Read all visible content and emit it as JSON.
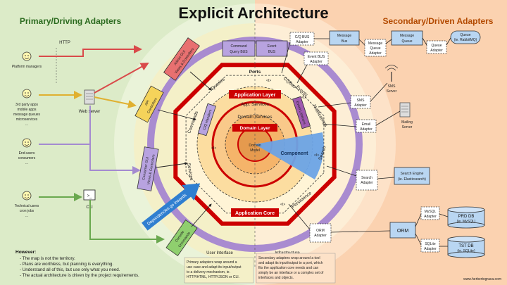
{
  "title": "Explicit Architecture",
  "left_title": "Primary/Driving Adapters",
  "right_title": "Secondary/Driven Adapters",
  "actors": {
    "platform_managers": "Platform managers",
    "third_party": [
      "3rd party apps",
      "mobile apps",
      "message queues",
      "microservices",
      "..."
    ],
    "end_users": [
      "End-users",
      "consumers",
      "..."
    ],
    "technical_users": [
      "Technical users",
      "cron jobs",
      "..."
    ]
  },
  "protocol_http": "HTTP",
  "web_server": "Web server",
  "cli": "CLI",
  "cli_glyph": ">_",
  "primary_adapters": {
    "admin_gui": [
      "Admin GUI",
      "Views & Controllers"
    ],
    "api_controllers": [
      "API",
      "Controllers"
    ],
    "consumer_gui": [
      "Consumer GUI",
      "Views & Controllers"
    ],
    "console_commands": [
      "Console",
      "Commands"
    ]
  },
  "buses": {
    "command_query": [
      "Command",
      "Query BUS"
    ],
    "event": [
      "Event",
      "BUS"
    ]
  },
  "ring_labels": {
    "ports": "Ports",
    "queries": "Queries",
    "commands": "Commands",
    "services": "Services",
    "cq_buses": "CQBus",
    "events": "Events",
    "notifications": "Notifications",
    "search": "Search",
    "persistence": "Persistence"
  },
  "cq_handlers": "C/Q Handlers",
  "event_listeners": "Event Listeners",
  "interface_marks": [
    "<I>",
    "<I>",
    "<I>",
    "<I>",
    "<I>"
  ],
  "application_layer": "Application Layer",
  "app_services": "App. Services",
  "domain_services": "Domain Services",
  "domain_layer": "Domain Layer",
  "domain_model": [
    "Domain",
    "Model"
  ],
  "component": "Component",
  "dependencies_arrow": "Dependencies go inwards",
  "application_core": "Application Core",
  "user_interface": "User Interface",
  "infrastructure": "Infrastructure",
  "secondary": {
    "cq_bus_adapter": [
      "C/Q BUS",
      "Adapter"
    ],
    "event_bus_adapter": [
      "Event BUS",
      "Adapter"
    ],
    "message_bus": [
      "Message",
      "Bus"
    ],
    "message_queue_adapter": [
      "Message",
      "Queue",
      "Adapter"
    ],
    "message_queue": [
      "Message",
      "Queue"
    ],
    "queue_adapter": [
      "Queue",
      "Adapter"
    ],
    "queue": [
      "Queue",
      "(ie. RabbitMQ)"
    ],
    "sms_server": [
      "SMS",
      "Server"
    ],
    "sms_adapter": [
      "SMS",
      "Adapter"
    ],
    "email_adapter": [
      "Email",
      "Adapter"
    ],
    "mailing_server": [
      "Mailing",
      "Server"
    ],
    "search_adapter": [
      "Search",
      "Adapter"
    ],
    "search_engine": [
      "Search Engine",
      "(ie. Elasticsearch)"
    ],
    "orm_adapter": [
      "ORM",
      "Adapter"
    ],
    "orm": "ORM",
    "mysql_adapter": [
      "MySQL",
      "Adapter"
    ],
    "sqlite_adapter": [
      "SQLite",
      "Adapter"
    ],
    "prd_db": [
      "PRD DB",
      "(ie. MySQL)"
    ],
    "tst_db": [
      "TST DB",
      "(ie. SQLite)"
    ]
  },
  "however_title": "However:",
  "however_items": [
    "- The map is not the territory.",
    "- Plans are worthless, but planning is everything.",
    "- Understand all of this, but use only what you need.",
    "- The actual architecture is driven by the project requirements."
  ],
  "primary_note": [
    "Primary adapters wrap around a",
    "use case and adapt its input/output",
    "to a delivery mechanism, ie.",
    "HTTP/HTML, HTTP/JSON or CLI."
  ],
  "secondary_note": [
    "Secondary adapters wrap around a tool",
    "and adapt its input/output to a port, which",
    "fits the application core needs and can",
    "simply be an interface or a complex set of",
    "interfaces and objects."
  ],
  "credit": "www.herbertograca.com",
  "colors": {
    "left_bg": "#dcebc8",
    "right_bg": "#fbd2b0",
    "red": "#cc0000",
    "purple": "#a98bd0",
    "blue_arrow": "#2f7fd0"
  }
}
